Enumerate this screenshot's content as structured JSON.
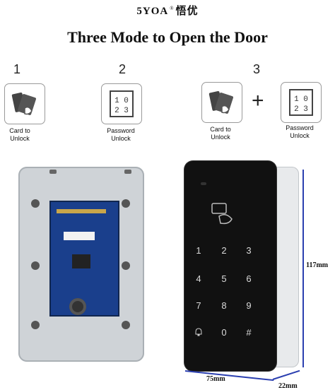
{
  "brand": {
    "latin": "5YOA",
    "reg": "®",
    "cjk": "悟优"
  },
  "title": "Three Mode to Open the Door",
  "modes": [
    {
      "number": "1",
      "caption_line1": "Card to",
      "caption_line2": "Unlock",
      "icon": "card-icon"
    },
    {
      "number": "2",
      "caption_line1": "Password",
      "caption_line2": "Unlock",
      "icon": "keypad-icon"
    },
    {
      "number": "3",
      "caption_card_line1": "Card to",
      "caption_card_line2": "Unlock",
      "caption_pw_line1": "Password",
      "caption_pw_line2": "Unlock",
      "plus": "+",
      "icons": [
        "card-icon",
        "keypad-icon"
      ]
    }
  ],
  "keypad": {
    "keys": [
      "1",
      "2",
      "3",
      "4",
      "5",
      "6",
      "7",
      "8",
      "9",
      "bell-icon",
      "0",
      "#"
    ]
  },
  "dimensions": {
    "height": "117mm",
    "width": "75mm",
    "depth": "22mm"
  },
  "colors": {
    "board": "#1a3f8c",
    "dimension_line": "#2b3fb0",
    "device": "#111111"
  }
}
